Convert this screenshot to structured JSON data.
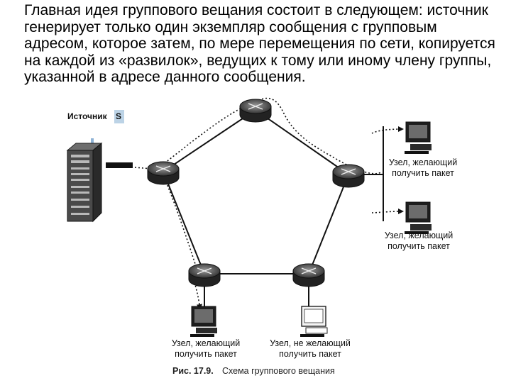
{
  "intro_text": "Главная идея группового вещания состоит в следующем: источник генерирует только один экземпляр сообщения с групповым адресом, которое затем, по мере перемещения по сети, копируется на каждой из «развилок», ведущих к тому или иному члену группы, указанной в адресе данного сообщения.",
  "figure": {
    "source_label": "Источник",
    "source_letter": "S",
    "nodes": {
      "right_top": [
        "Узел, желающий",
        "получить пакет"
      ],
      "right_bottom": [
        "Узел, желающий",
        "получить пакет"
      ],
      "bottom_left": [
        "Узел, желающий",
        "получить пакет"
      ],
      "bottom_right": [
        "Узел, не желающий",
        "получить пакет"
      ]
    },
    "caption_number": "Рис. 17.9.",
    "caption_text": "Схема группового вещания"
  }
}
